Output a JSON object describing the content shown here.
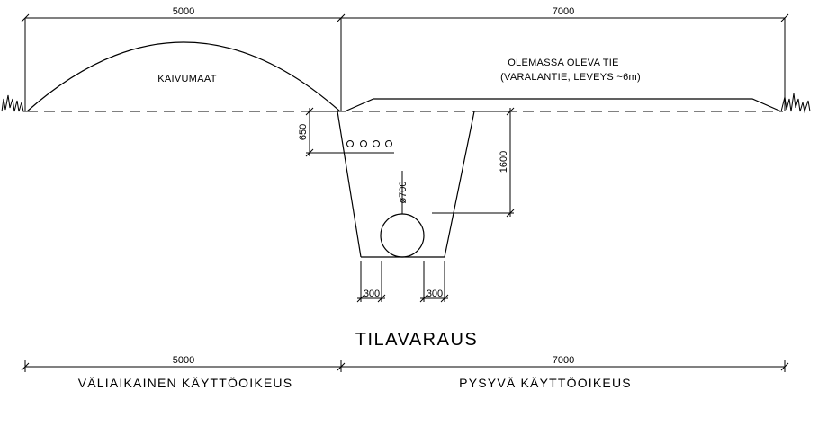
{
  "top": {
    "dim_left": "5000",
    "dim_right": "7000",
    "label_kaivumaat": "KAIVUMAAT",
    "label_road_line1": "OLEMASSA OLEVA TIE",
    "label_road_line2": "(VARALANTIE, LEVEYS ~6m)"
  },
  "trench": {
    "depth_cables": "650",
    "depth_total": "1600",
    "pipe_diameter": "ø700",
    "bottom_left_offset": "300",
    "bottom_right_offset": "300"
  },
  "title": "TILAVARAUS",
  "bottom": {
    "dim_left": "5000",
    "dim_right": "7000",
    "label_left": "VÄLIAIKAINEN KÄYTTÖOIKEUS",
    "label_right": "PYSYVÄ KÄYTTÖOIKEUS"
  }
}
